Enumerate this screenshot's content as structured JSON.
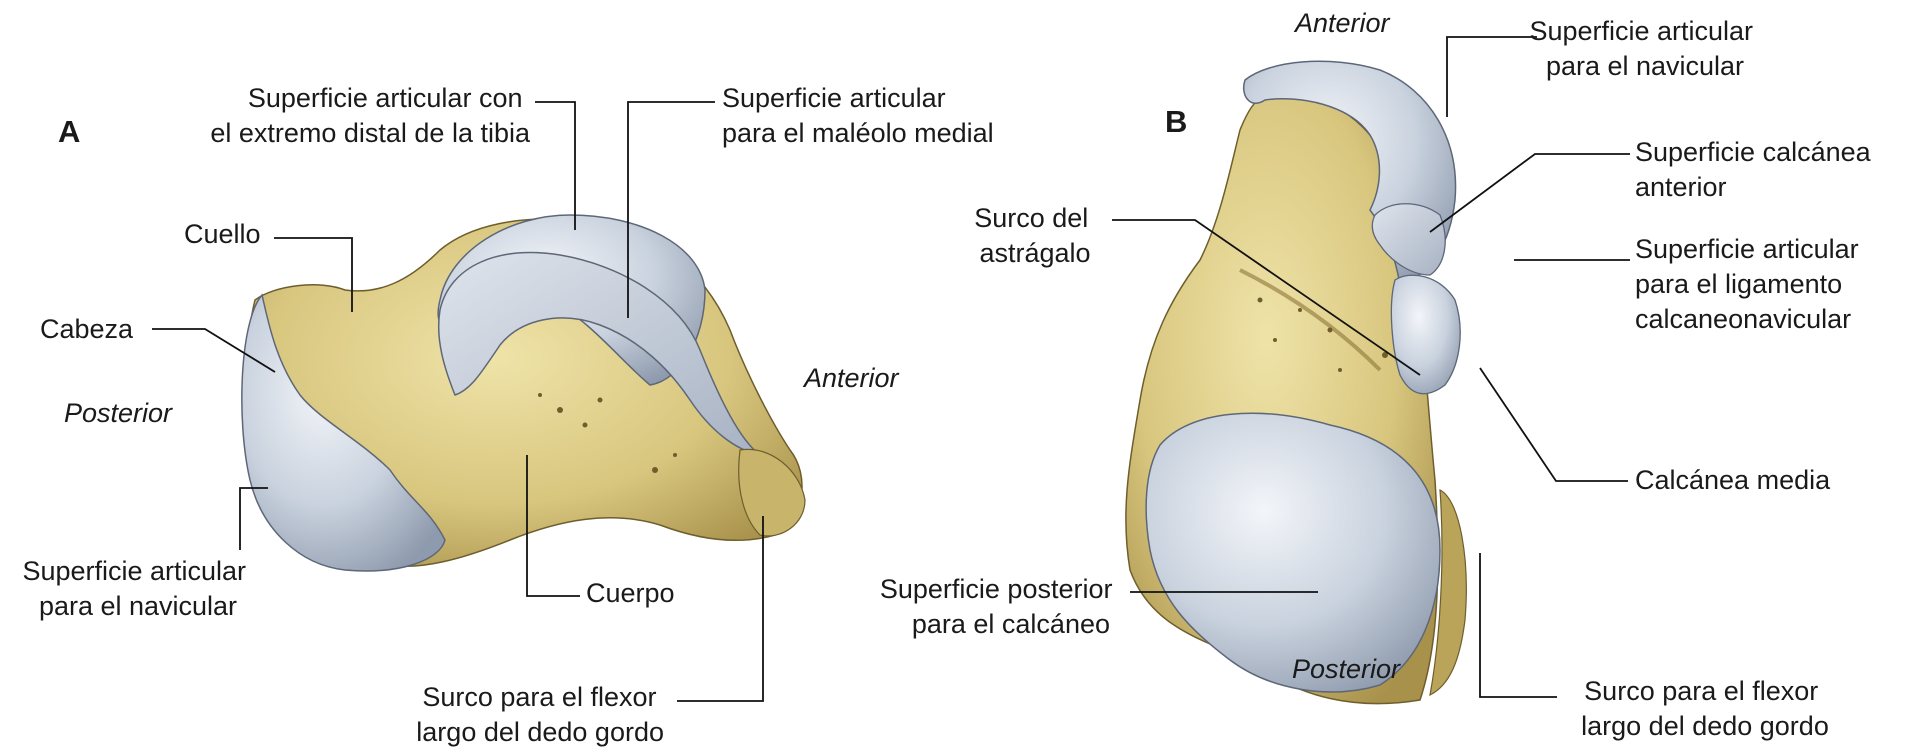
{
  "panels": [
    {
      "letter": "A",
      "orientation": {
        "posterior": "Posterior",
        "anterior": "Anterior"
      },
      "labels": {
        "tibia": [
          "Superficie articular con",
          "el extremo distal de la tibia"
        ],
        "maleolo": [
          "Superficie articular",
          "para el maléolo medial"
        ],
        "cuello": [
          "Cuello"
        ],
        "cabeza": [
          "Cabeza"
        ],
        "navicular": [
          "Superficie articular",
          "para el navicular"
        ],
        "cuerpo": [
          "Cuerpo"
        ],
        "surco_flexor": [
          "Surco para el flexor",
          "largo del dedo gordo"
        ]
      }
    },
    {
      "letter": "B",
      "orientation": {
        "anterior": "Anterior",
        "posterior": "Posterior"
      },
      "labels": {
        "navicular": [
          "Superficie articular",
          "para el navicular"
        ],
        "calcanea_anterior": [
          "Superficie calcánea",
          "anterior"
        ],
        "ligamento": [
          "Superficie articular",
          "para el ligamento",
          "calcaneonavicular"
        ],
        "surco_astragalo": [
          "Surco del",
          "astrágalo"
        ],
        "calcanea_media": [
          "Calcánea media"
        ],
        "posterior_calcaneo": [
          "Superficie posterior",
          "para el calcáneo"
        ],
        "surco_flexor": [
          "Surco para el flexor",
          "largo del dedo gordo"
        ]
      }
    }
  ],
  "colors": {
    "bone": "#d8c67e",
    "bone_shadow": "#a8914a",
    "cartilage": "#c6cfdc",
    "cartilage_highlight": "#eef1f6"
  }
}
